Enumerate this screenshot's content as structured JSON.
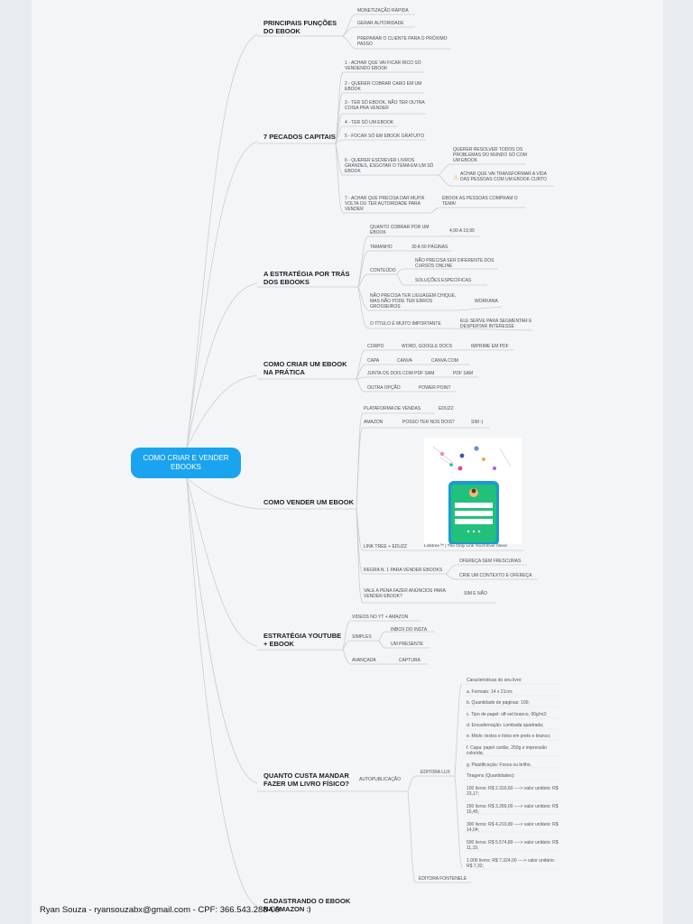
{
  "central": "COMO CRIAR E VENDER EBOOKS",
  "branches": {
    "b1": {
      "title": "PRINCIPAIS FUNÇÕES DO EBOOK",
      "items": [
        "MONETIZAÇÃO RÁPIDA",
        "GERAR AUTORIDADE",
        "PREPARAR O CLIENTE PARA O PRÓXIMO PASSO"
      ]
    },
    "b2": {
      "title": "7 PECADOS CAPITAIS",
      "items": [
        "1 - ACHAR QUE VAI FICAR RICO SÓ VENDENDO EBOOK",
        "2 - QUERER COBRAR CARO EM UM EBOOK",
        "3 - TER SÓ EBOOK, NÃO TER OUTRA COISA PRA VENDER",
        "4 - TER SÓ UM EBOOK",
        "5 - FOCAR SÓ EM EBOOK GRATUITO",
        "6 - QUERER ESCREVER LIVROS GRANDES, ESGOTAR O TEMA EM UM SÓ EBOOK",
        "7 - ACHAR QUE PRECISA DAR MUITA VOLTA OU TER AUTORIDADE PARA VENDER"
      ],
      "sub6a": "QUERER RESOLVER TODOS OS PROBLEMAS DO MUNDO SÓ COM UM EBOOK",
      "sub6b": "ACHAR QUE VAI TRANSFORMAR A VIDA DAS PESSOAS COM UM EBOOK CURTO",
      "sub7": "EBOOK AS PESSOAS COMPRAM O TEMA!"
    },
    "b3": {
      "title": "A ESTRATÉGIA POR TRÁS DOS EBOOKS",
      "items": [
        "QUANTO COBRAR POR UM EBOOK",
        "TAMANHO",
        "CONTEÚDO",
        "NÃO PRECISA TER LIGUAGEM CHIQUE, MAS NÃO PODE TER ERROS GROSSEIROS",
        "O TÍTULO É MUITO IMPORTANTE"
      ],
      "price": "4,90 A 19,90",
      "size": "30 A 50 PÁGINAS",
      "content1": "NÃO PRECISA SER DIFERENTE DOS CURSOS ONLINE",
      "content2": "SOLUÇÕES ESPECÍFICAS",
      "lang": "WORKANA",
      "titlesub": "ELE SERVE PARA SEGMENTAR E DESPERTAR INTERESSE"
    },
    "b4": {
      "title": "COMO CRIAR UM EBOOK NA PRÁTICA",
      "items": [
        "CORPO",
        "CAPA",
        "JUNTA OS DOIS COM PDF SAM",
        "OUTRA OPÇÃO"
      ],
      "corpo1": "WORD, GOOGLE DOCS",
      "corpo2": "IMPRIME EM PDF",
      "capa1": "CANVA",
      "capa2": "CANVA.COM",
      "junta1": "PDF SAM",
      "outra1": "POWER POINT"
    },
    "b5": {
      "title": "COMO VENDER UM EBOOK",
      "items": [
        "PLATAFORMA DE VENDAS",
        "AMAZON",
        "LINK TREE + EDUZZ",
        "REGRA N. 1 PARA VENDER EBOOKS",
        "VALE A PENA FAZER ANÚNCIOS PARA VENDER EBOOK?"
      ],
      "plat1": "EDUZZ",
      "amazon1": "POSSO TER NOS DOIS?",
      "amazon2": "SIM :)",
      "link1": "Linktree™ | The Only Link You'll Ever Need",
      "regra1": "OFEREÇA SEM FRESCURAS",
      "regra2": "CRIE UM CONTEXTO E OFEREÇA",
      "vale1": "SIM E NÃO"
    },
    "b6": {
      "title": "ESTRATÉGIA YOUTUBE + EBOOK",
      "items": [
        "VIDEOS NO YT + AMAZON",
        "SIMPLES",
        "AVANÇADA"
      ],
      "simp1": "INBOX DO INSTA",
      "simp2": "UM PRESENTE",
      "avan1": "CAPTURA"
    },
    "b7": {
      "title": "QUANTO CUSTA MANDAR FAZER UM LIVRO FÍSICO?",
      "auto": "AUTOPUBLICAÇÃO",
      "lux": "EDITORA LUX",
      "fontenele": "EDITORA FONTENELE",
      "details": [
        "Características do seu livro:",
        "a. Formato: 14 x 21cm;",
        "b. Quantidade de páginas: 100;",
        "c. Tipo de papel: off-set branco, 90g/m2;",
        "d. Encadernação: Lombada quadrada;",
        "e. Miolo: textos e fotos em preto e branco;",
        "f. Capa: papel cartão, 250g e impressão colorida;",
        "g. Plastificação: Fosca ou brilho.",
        "Tiragens (Quantidades):",
        "100 livros: R$ 2.316,60 ----> valor unitário: R$ 23,17;",
        "200 livros: R$ 3.289,00 ----> valor unitário: R$ 16,45;",
        "300 livros: R$ 4.210,80 ----> valor unitário: R$ 14,04;",
        "500 livros: R$ 5.574,80 ----> valor unitário: R$ 11,15;",
        "1.000 livros: R$ 7.324,00 ----> valor unitário: R$ 7,32;"
      ]
    },
    "b8": {
      "title": "CADASTRANDO O EBOOK NA AMAZON :)"
    }
  },
  "footer": "Ryan Souza - ryansouzabx@gmail.com - CPF: 366.543.288-09",
  "colors": {
    "central": "#1aa3ee",
    "line": "#c9ced3",
    "phone": "#1a9ad6",
    "phoneScreen": "#22c07a"
  }
}
